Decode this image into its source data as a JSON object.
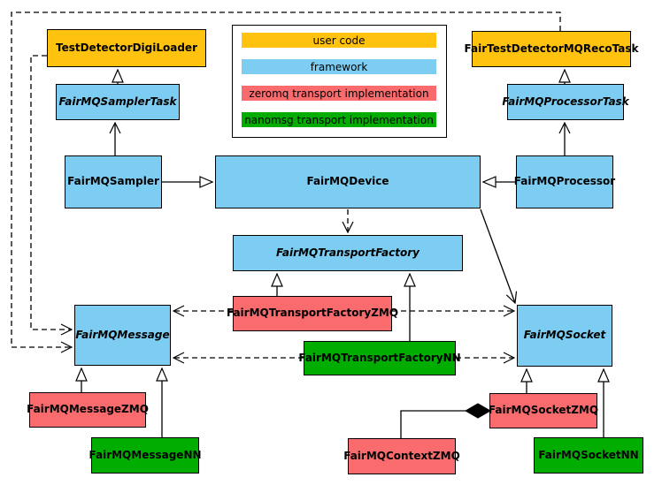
{
  "colors": {
    "user": "#FFC20E",
    "framework": "#7CCDF1",
    "zeromq": "#F96B6D",
    "nanomsg": "#00AD00"
  },
  "legend": {
    "user": "user code",
    "framework": "framework",
    "zeromq": "zeromq transport implementation",
    "nanomsg": "nanomsg transport implementation"
  },
  "nodes": {
    "digiloader": {
      "label": "TestDetectorDigiLoader",
      "category": "user"
    },
    "samplertask": {
      "label": "FairMQSamplerTask",
      "category": "framework",
      "abstract": true
    },
    "recotask": {
      "label": "FairTestDetectorMQRecoTask",
      "category": "user"
    },
    "processortask": {
      "label": "FairMQProcessorTask",
      "category": "framework",
      "abstract": true
    },
    "sampler": {
      "label": "FairMQSampler",
      "category": "framework"
    },
    "device": {
      "label": "FairMQDevice",
      "category": "framework"
    },
    "processor": {
      "label": "FairMQProcessor",
      "category": "framework"
    },
    "transportfactory": {
      "label": "FairMQTransportFactory",
      "category": "framework",
      "abstract": true
    },
    "tfzmq": {
      "label": "FairMQTransportFactoryZMQ",
      "category": "zeromq"
    },
    "tfnn": {
      "label": "FairMQTransportFactoryNN",
      "category": "nanomsg"
    },
    "message": {
      "label": "FairMQMessage",
      "category": "framework",
      "abstract": true
    },
    "socket": {
      "label": "FairMQSocket",
      "category": "framework",
      "abstract": true
    },
    "messagezmq": {
      "label": "FairMQMessageZMQ",
      "category": "zeromq"
    },
    "messagenn": {
      "label": "FairMQMessageNN",
      "category": "nanomsg"
    },
    "socketzmq": {
      "label": "FairMQSocketZMQ",
      "category": "zeromq"
    },
    "contextzmq": {
      "label": "FairMQContextZMQ",
      "category": "zeromq"
    },
    "socketnn": {
      "label": "FairMQSocketNN",
      "category": "nanomsg"
    }
  },
  "edges": [
    {
      "from": "samplertask",
      "to": "digiloader",
      "kind": "generalization-solid"
    },
    {
      "from": "processortask",
      "to": "recotask",
      "kind": "generalization-solid"
    },
    {
      "from": "sampler",
      "to": "samplertask",
      "kind": "association-open-arrow"
    },
    {
      "from": "processor",
      "to": "processortask",
      "kind": "association-open-arrow"
    },
    {
      "from": "sampler",
      "to": "device",
      "kind": "generalization-solid"
    },
    {
      "from": "processor",
      "to": "device",
      "kind": "generalization-solid"
    },
    {
      "from": "device",
      "to": "transportfactory",
      "kind": "dependency-dashed"
    },
    {
      "from": "device",
      "to": "socket",
      "kind": "association-open-arrow"
    },
    {
      "from": "tfzmq",
      "to": "transportfactory",
      "kind": "generalization-solid"
    },
    {
      "from": "tfnn",
      "to": "transportfactory",
      "kind": "generalization-solid"
    },
    {
      "from": "tfzmq",
      "to": "message",
      "kind": "dependency-dashed"
    },
    {
      "from": "tfzmq",
      "to": "socket",
      "kind": "dependency-dashed"
    },
    {
      "from": "tfnn",
      "to": "message",
      "kind": "dependency-dashed"
    },
    {
      "from": "tfnn",
      "to": "socket",
      "kind": "dependency-dashed"
    },
    {
      "from": "digiloader",
      "to": "message",
      "kind": "dependency-dashed"
    },
    {
      "from": "recotask",
      "to": "message",
      "kind": "dependency-dashed"
    },
    {
      "from": "messagezmq",
      "to": "message",
      "kind": "generalization-solid"
    },
    {
      "from": "messagenn",
      "to": "message",
      "kind": "generalization-solid"
    },
    {
      "from": "socketzmq",
      "to": "socket",
      "kind": "generalization-solid"
    },
    {
      "from": "socketnn",
      "to": "socket",
      "kind": "generalization-solid"
    },
    {
      "from": "contextzmq",
      "to": "socketzmq",
      "kind": "composition-diamond"
    }
  ]
}
